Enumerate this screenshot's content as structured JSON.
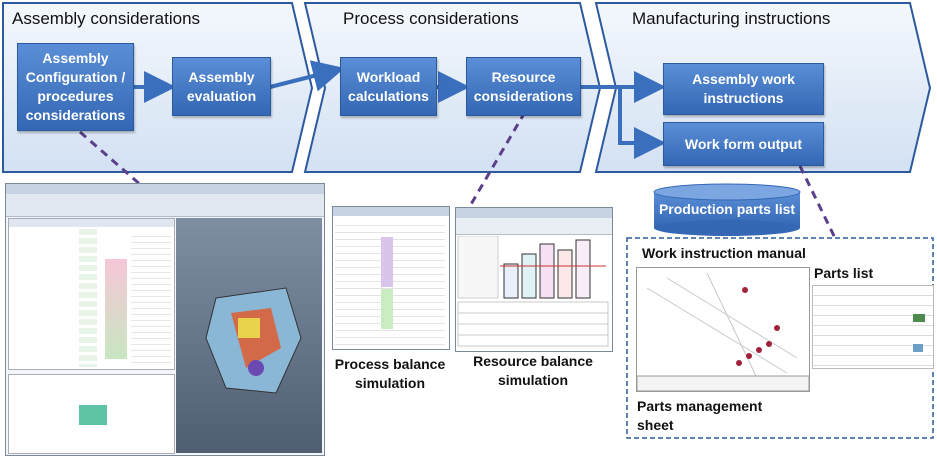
{
  "stages": {
    "assembly": "Assembly considerations",
    "process": "Process considerations",
    "manufacturing": "Manufacturing instructions"
  },
  "boxes": {
    "config": "Assembly Configuration / procedures considerations",
    "evaluation": "Assembly evaluation",
    "workload": "Workload calculations",
    "resource": "Resource considerations",
    "work_instructions": "Assembly work instructions",
    "work_form": "Work form output",
    "production_parts": "Production parts list"
  },
  "captions": {
    "process_balance": "Process balance simulation",
    "resource_balance": "Resource balance simulation",
    "manual": "Work instruction manual",
    "parts_list": "Parts list",
    "parts_mgmt": "Parts management sheet"
  },
  "colors": {
    "accent": "#3a6fbd",
    "chevron_fill": "#e6eef9",
    "dashed": "#5a3f8a"
  }
}
